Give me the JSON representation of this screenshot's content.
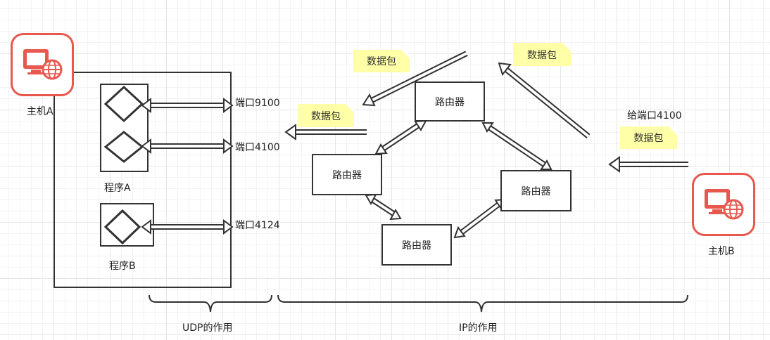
{
  "hosts": {
    "host_a": "主机A",
    "host_b": "主机B"
  },
  "programs": {
    "program_a": "程序A",
    "program_b": "程序B"
  },
  "ports": {
    "port_9100": "端口9100",
    "port_4100": "端口4100",
    "port_4124": "端口4124"
  },
  "routers": {
    "r1": "路由器",
    "r2": "路由器",
    "r3": "路由器",
    "r4": "路由器"
  },
  "packets": {
    "p1": "数据包",
    "p2": "数据包",
    "p3": "数据包",
    "p4": "数据包"
  },
  "annotations": {
    "to_port": "给端口4100",
    "udp_role": "UDP的作用",
    "ip_role": "IP的作用"
  },
  "colors": {
    "host_icon": "#e8584f",
    "note_fill": "#ffffa8",
    "stroke": "#333333"
  },
  "icons": {
    "host": "computer-globe-icon"
  }
}
